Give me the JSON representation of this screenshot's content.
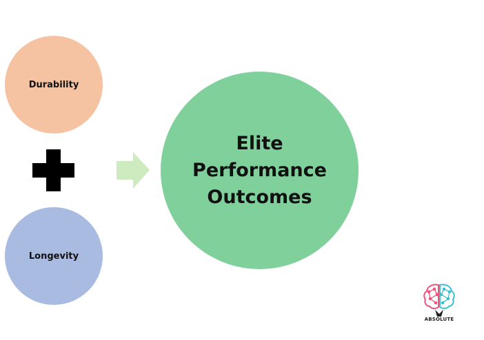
{
  "nodes": {
    "durability": {
      "label": "Durability",
      "color": "#f6c3a2"
    },
    "longevity": {
      "label": "Longevity",
      "color": "#a9bbe1"
    },
    "outcome": {
      "lines": [
        "Elite",
        "Performance",
        "Outcomes"
      ],
      "color": "#80d09c"
    }
  },
  "operators": {
    "plus": {
      "icon": "plus-icon",
      "color": "#000000"
    },
    "arrow": {
      "icon": "arrow-right-icon",
      "color": "#cdebbf"
    }
  },
  "logo": {
    "icon": "brain-head-logo",
    "text": "ABSOLUTE"
  }
}
